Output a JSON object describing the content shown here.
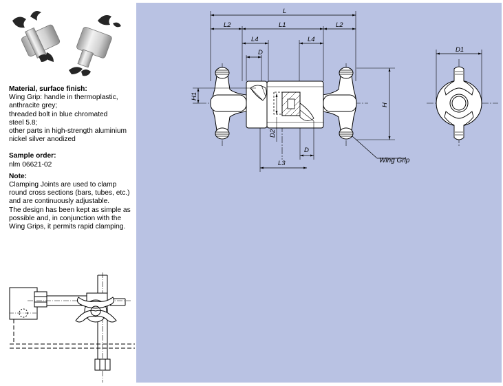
{
  "product_info": {
    "material_heading": "Material, surface finish:",
    "material_lines": [
      "Wing Grip: handle in thermoplastic,",
      "anthracite grey;",
      "threaded bolt in blue chromated",
      "steel 5.8;",
      "other parts in high-strength aluminium",
      "nickel silver anodized"
    ],
    "sample_heading": "Sample order:",
    "sample_value": "nlm 06621-02",
    "note_heading": "Note:",
    "note_lines": [
      "Clamping Joints are used to clamp",
      "round cross sections (bars, tubes, etc.)",
      "and are continuously adjustable.",
      "The design has been kept as simple as",
      "possible and, in conjunction with the",
      "Wing Grips, it permits rapid clamping."
    ]
  },
  "drawing_labels": {
    "L": "L",
    "L1": "L1",
    "L2_left": "L2",
    "L2_right": "L2",
    "L4_left": "L4",
    "L4_right": "L4",
    "D_top": "D",
    "D_bottom": "D",
    "H": "H",
    "H1": "H1",
    "D2": "D2",
    "L3": "L3",
    "D1": "D1",
    "wing_grip": "Wing Grip"
  },
  "colors": {
    "panel_background": "#b9c2e3",
    "line": "#000000",
    "knob": "#2a2a2a"
  }
}
